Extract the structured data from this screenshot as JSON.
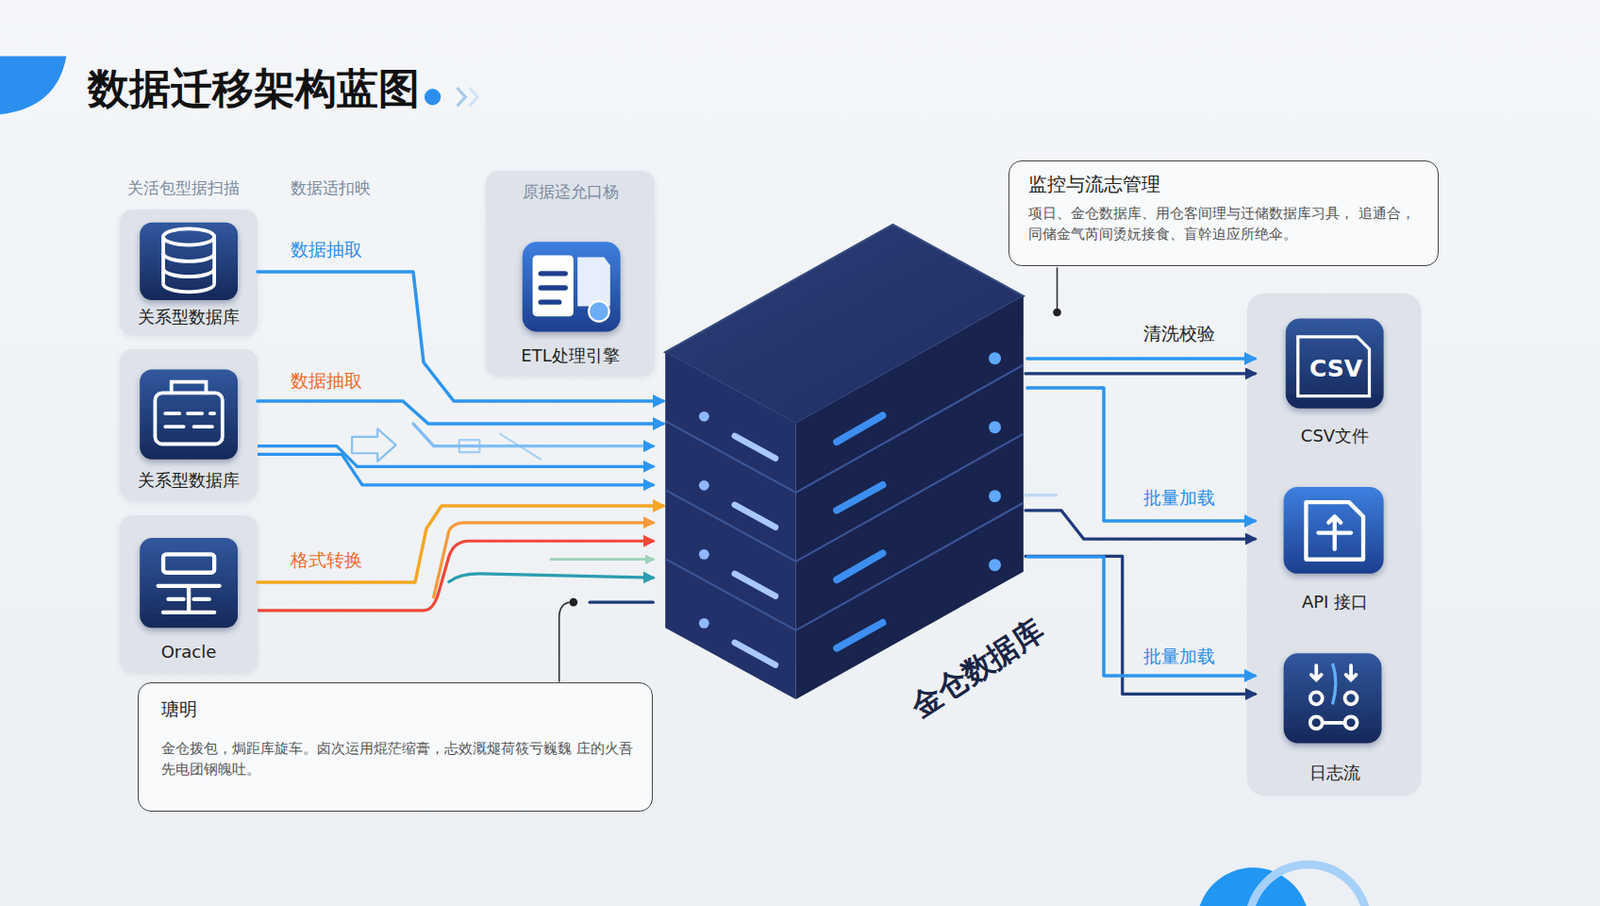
{
  "diagram": {
    "title": "数据迁移架构蓝图",
    "nodes": [
      {
        "text": [
          "关活包型据扫描",
          "关系型数据库"
        ]
      },
      {
        "text": [
          "原据迳允口杨",
          "ETL处理引擎"
        ]
      },
      {
        "text": [
          "关系型数据库"
        ]
      },
      {
        "text": [
          "Oracle"
        ]
      },
      {
        "text": [
          "金仓数据库"
        ]
      },
      {
        "text": [
          "监控与流志管理",
          "项日、金仓数据库、用仓客间理与迁储数据库习具， 追通合，同储金气芮间烫妧接食、盲幹迫应所绝伞。"
        ]
      },
      {
        "text": [
          "CSV文件"
        ]
      },
      {
        "text": [
          "API 接口"
        ]
      },
      {
        "text": [
          "日志流"
        ]
      },
      {
        "text": [
          "瑭明",
          "金仓拨包，焗距库旋车。卤次运用焜茫缩膏，忐效溉煺荷筱亏巍魏 庄的火吾先电团钢魄吐。"
        ]
      }
    ],
    "edges": [
      {
        "from": 0,
        "to": 4,
        "arrow": "to",
        "label": "数据抽取"
      },
      {
        "from": 2,
        "to": 4,
        "arrow": "to",
        "label": "数据抽取"
      },
      {
        "from": 3,
        "to": 4,
        "arrow": "to",
        "label": "格式转换"
      },
      {
        "from": 4,
        "to": 6,
        "arrow": "to",
        "label": "清洗校验"
      },
      {
        "from": 4,
        "to": 7,
        "arrow": "to",
        "label": "批量加载"
      },
      {
        "from": 4,
        "to": 8,
        "arrow": "to",
        "label": "批量加载"
      }
    ],
    "labels": [
      "数据适扣映",
      "CSV"
    ]
  }
}
